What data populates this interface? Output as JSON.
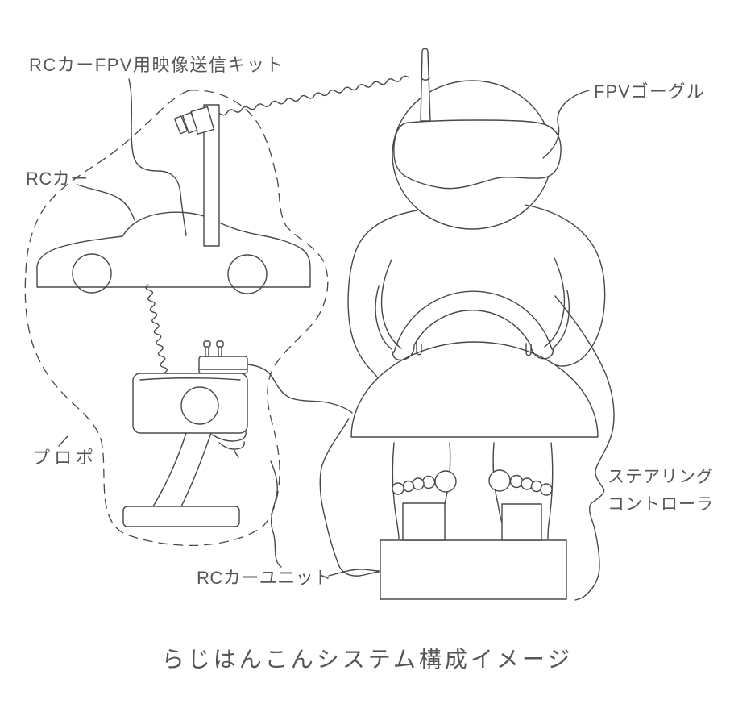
{
  "labels": {
    "kit": "RCカーFPV用映像送信キット",
    "fpv_goggles": "FPVゴーグル",
    "rc_car": "RCカー",
    "propo": "プロポ",
    "rc_unit": "RCカーユニット",
    "steering_line1": "ステアリング",
    "steering_line2": "コントローラ"
  },
  "title": "らじはんこんシステム構成イメージ",
  "colors": {
    "line": "#484848",
    "text": "#565656",
    "background": "#ffffff"
  }
}
